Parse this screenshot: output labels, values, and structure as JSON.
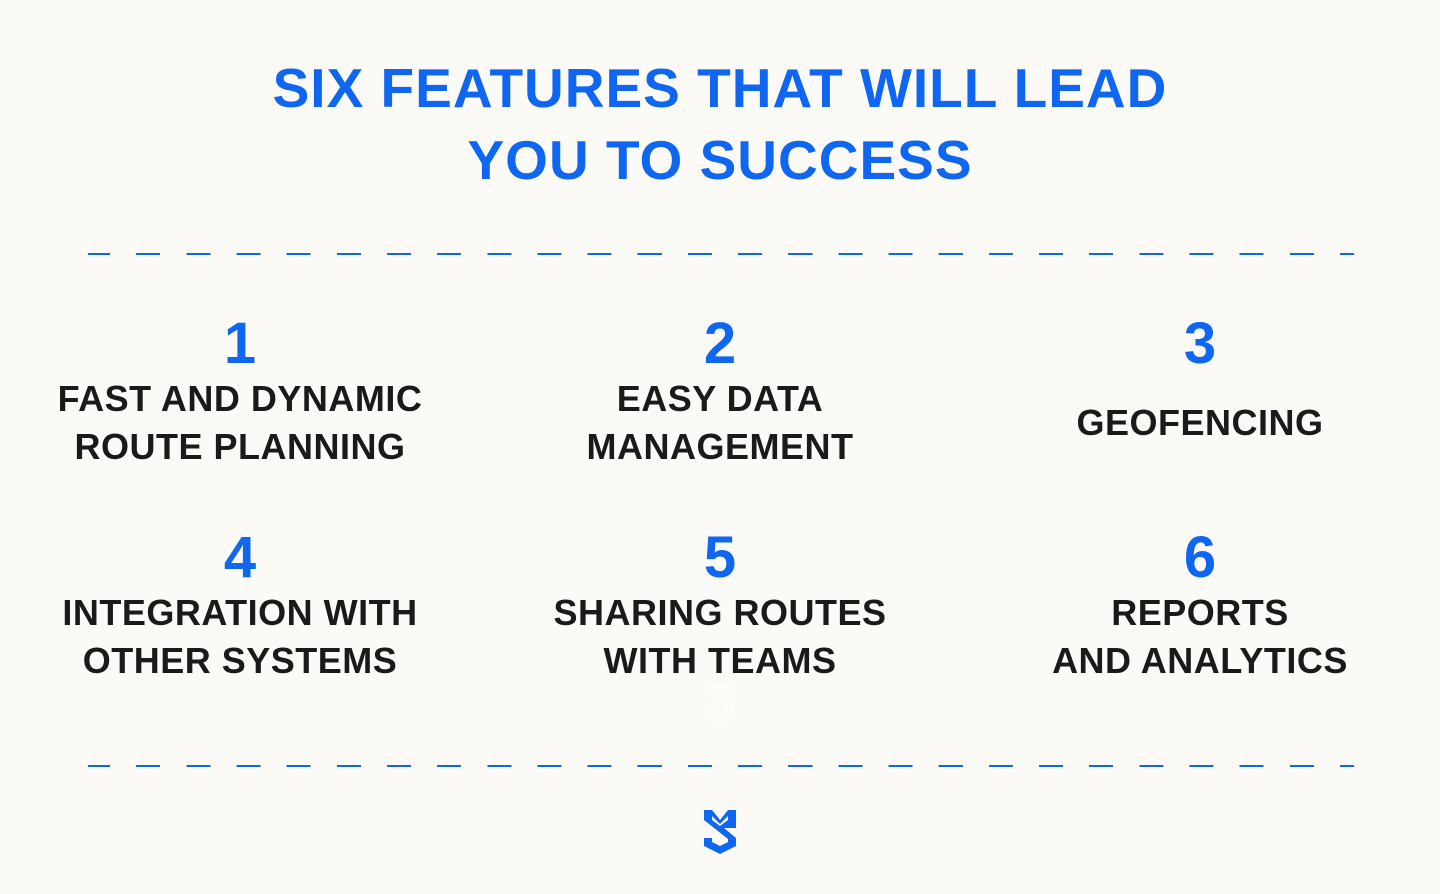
{
  "title": {
    "line1": "SIX FEATURES THAT WILL LEAD",
    "line2": "YOU TO SUCCESS"
  },
  "features": [
    {
      "number": "1",
      "label": "FAST AND DYNAMIC\nROUTE PLANNING"
    },
    {
      "number": "2",
      "label": "EASY DATA\nMANAGEMENT"
    },
    {
      "number": "3",
      "label": "GEOFENCING"
    },
    {
      "number": "4",
      "label": "INTEGRATION WITH\nOTHER SYSTEMS"
    },
    {
      "number": "5",
      "label": "SHARING ROUTES\nWITH TEAMS"
    },
    {
      "number": "6",
      "label": "REPORTS\nAND ANALYTICS"
    }
  ],
  "colors": {
    "accent": "#0f66f0",
    "text": "#1a1a1a",
    "background": "#fcfaf7"
  },
  "logo": {
    "icon": "brand-s-shield-icon"
  }
}
